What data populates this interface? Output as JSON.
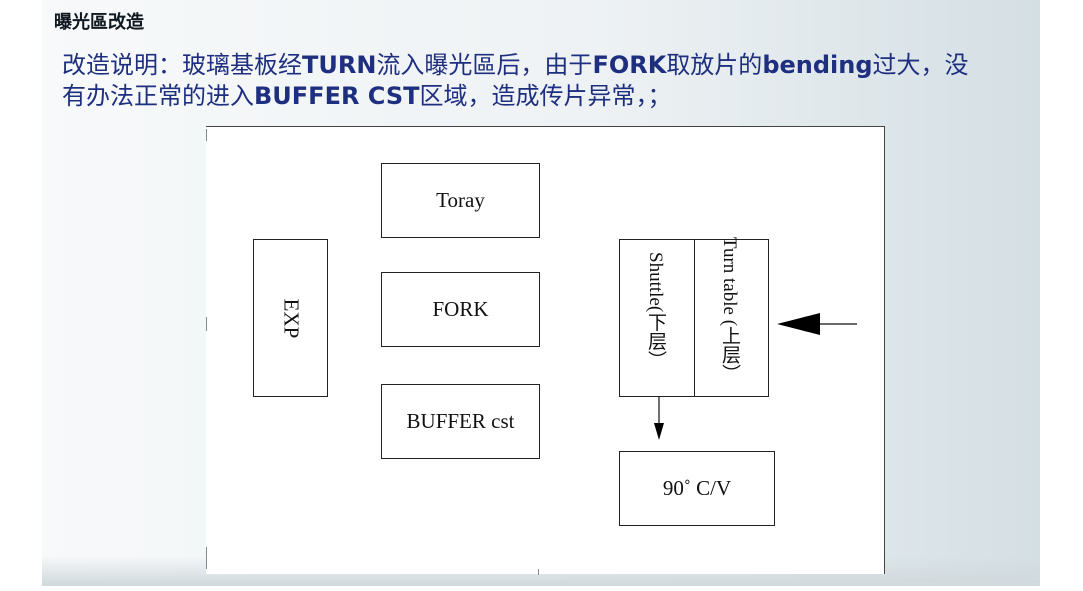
{
  "slide": {
    "heading": "曝光區改造",
    "description": {
      "p1": "改造说明：玻璃基板经",
      "b1": "TURN",
      "p2": "流入曝光區后，由于",
      "b2": "FORK",
      "p3": "取放片的",
      "b3": "bending",
      "p4": "过大，没有办法正常的进入",
      "b4": "BUFFER CST",
      "p5": "区域，造成传片异常，；"
    }
  },
  "diagram": {
    "boxes": {
      "toray": "Toray",
      "fork": "FORK",
      "buffer_cst": "BUFFER cst",
      "exp": "EXP",
      "shuttle": "Shuttle(下层）",
      "turn_table": "Turn table (上层）",
      "cv": "90˚ C/V"
    }
  }
}
